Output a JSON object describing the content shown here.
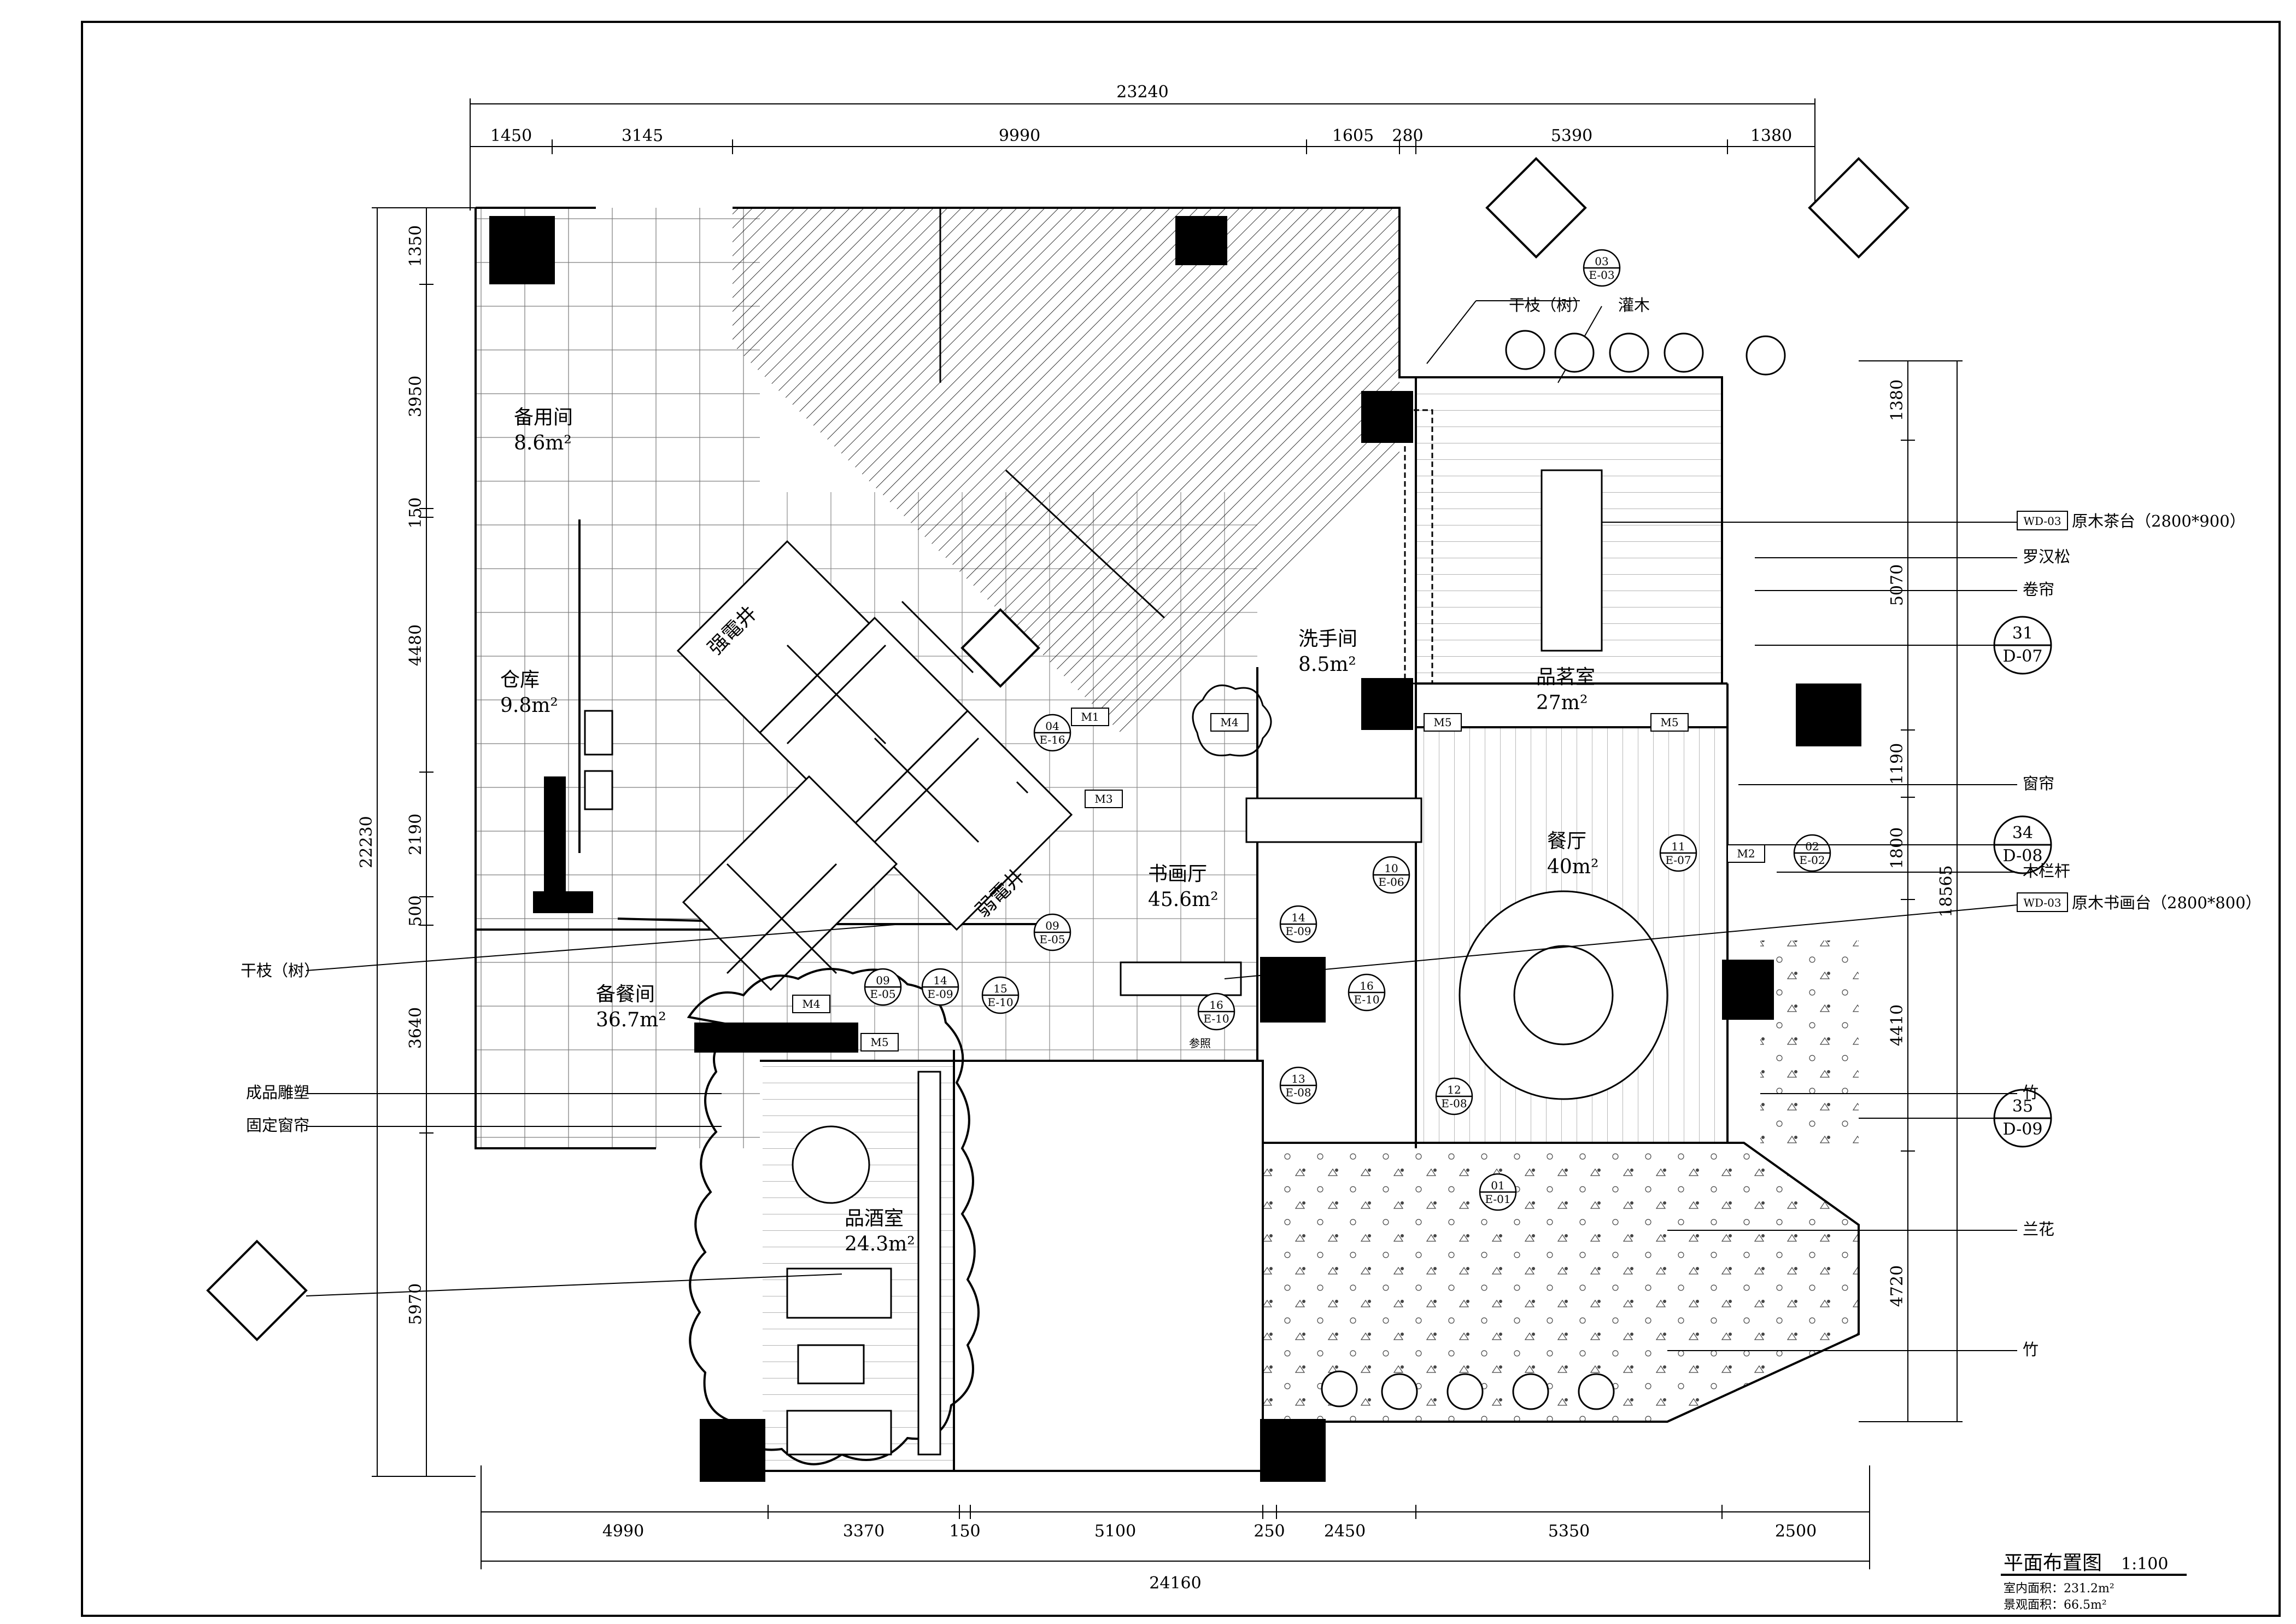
{
  "title_block": {
    "title": "平面布置图",
    "scale": "1:100",
    "indoor_area": "室内面积：231.2m²",
    "landscape_area": "景观面积：66.5m²"
  },
  "dimensions": {
    "top_total": "23240",
    "top": [
      "1450",
      "3145",
      "9990",
      "1605",
      "280",
      "5390",
      "1380"
    ],
    "bottom_total": "24160",
    "bottom": [
      "4990",
      "3370",
      "150",
      "5100",
      "250",
      "2450",
      "5350",
      "2500"
    ],
    "left_total": "22230",
    "left": [
      "1350",
      "3950",
      "150",
      "4480",
      "2190",
      "500",
      "3640",
      "5970"
    ],
    "right_total": "18565",
    "right": [
      "1380",
      "5070",
      "1190",
      "1800",
      "4410",
      "4720"
    ]
  },
  "rooms": [
    {
      "name": "备用间",
      "area": "8.6m²"
    },
    {
      "name": "仓库",
      "area": "9.8m²"
    },
    {
      "name": "备餐间",
      "area": "36.7m²"
    },
    {
      "name": "品酒室",
      "area": "24.3m²"
    },
    {
      "name": "书画厅",
      "area": "45.6m²"
    },
    {
      "name": "洗手间",
      "area": "8.5m²"
    },
    {
      "name": "品茗室",
      "area": "27m²"
    },
    {
      "name": "餐厅",
      "area": "40m²"
    }
  ],
  "shafts": [
    "强電井",
    "弱電井"
  ],
  "right_annotations": [
    {
      "code": "WD-03",
      "text": "原木茶台（2800*900）"
    },
    {
      "text": "罗汉松"
    },
    {
      "text": "卷帘"
    },
    {
      "text": "窗帘"
    },
    {
      "text": "木栏杆"
    },
    {
      "code": "WD-03",
      "text": "原木书画台（2800*800）"
    },
    {
      "text": "竹"
    },
    {
      "text": "兰花"
    },
    {
      "text": "竹"
    }
  ],
  "left_annotations": [
    "干枝（树）",
    "成品雕塑",
    "固定窗帘"
  ],
  "top_annotations": [
    "干枝（树）",
    "灌木"
  ],
  "section_refs": [
    {
      "num": "31",
      "sheet": "D-07"
    },
    {
      "num": "34",
      "sheet": "D-08"
    },
    {
      "num": "35",
      "sheet": "D-09"
    }
  ],
  "door_tags": [
    "M1",
    "M3",
    "M4",
    "M4",
    "M5",
    "M5",
    "M5",
    "M2"
  ],
  "elevation_tags": [
    {
      "num": "04",
      "sheet": "E-16"
    },
    {
      "num": "09",
      "sheet": "E-05"
    },
    {
      "num": "10",
      "sheet": "E-06"
    },
    {
      "num": "14",
      "sheet": "E-09"
    },
    {
      "num": "16",
      "sheet": "E-10"
    },
    {
      "num": "16",
      "sheet": "E-10"
    },
    {
      "num": "09",
      "sheet": "E-05"
    },
    {
      "num": "14",
      "sheet": "E-09"
    },
    {
      "num": "15",
      "sheet": "E-10"
    },
    {
      "num": "13",
      "sheet": "E-08"
    },
    {
      "num": "12",
      "sheet": "E-08"
    },
    {
      "num": "11",
      "sheet": "E-07"
    },
    {
      "num": "02",
      "sheet": "E-02"
    },
    {
      "num": "01",
      "sheet": "E-01"
    },
    {
      "num": "03",
      "sheet": "E-03"
    }
  ],
  "misc_labels": [
    "参照"
  ]
}
